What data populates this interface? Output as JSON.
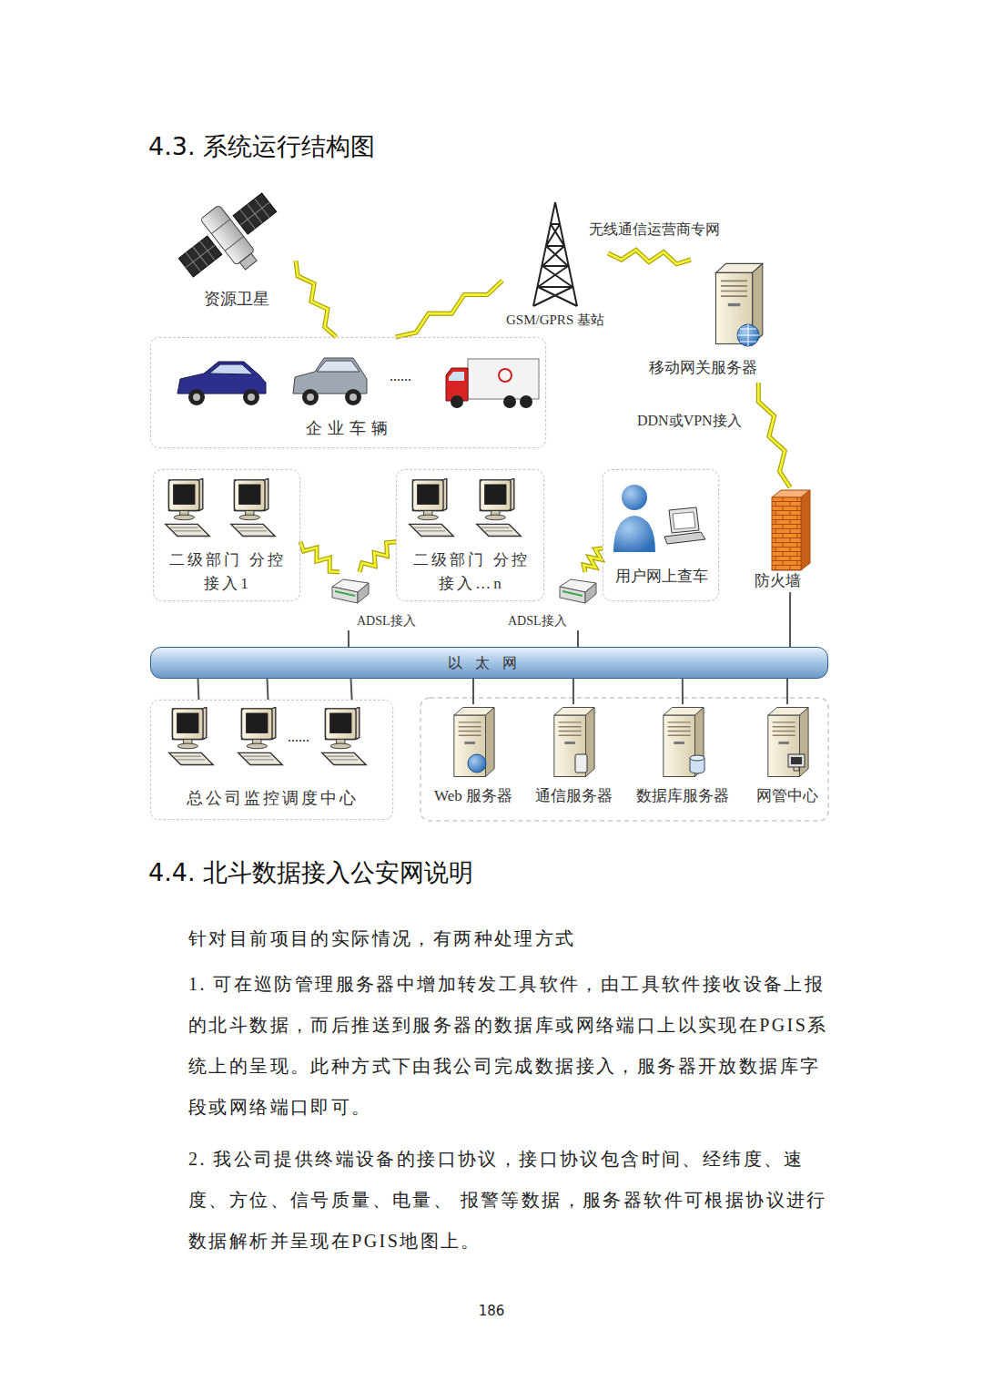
{
  "diagram": {
    "title": "4.3. 系统运行结构图",
    "nodes": [
      {
        "text": [
          "资源卫星"
        ]
      },
      {
        "text": [
          "GSM/GPRS 基站"
        ]
      },
      {
        "text": [
          "移动网关服务器"
        ]
      },
      {
        "text": [
          "企业车辆"
        ]
      },
      {
        "text": [
          "二级部门 分控接入1"
        ]
      },
      {
        "text": [
          "二级部门 分控接入…n"
        ]
      },
      {
        "text": [
          "用户网上查车"
        ]
      },
      {
        "text": [
          "防火墙"
        ]
      },
      {
        "text": [
          "ADSL接入"
        ]
      },
      {
        "text": [
          "ADSL接入"
        ]
      },
      {
        "text": [
          "以太网"
        ]
      },
      {
        "text": [
          "总公司监控调度中心"
        ]
      },
      {
        "text": [
          "Web 服务器"
        ]
      },
      {
        "text": [
          "通信服务器"
        ]
      },
      {
        "text": [
          "数据库服务器"
        ]
      },
      {
        "text": [
          "网管中心"
        ]
      }
    ],
    "edges": [
      {
        "from": 0,
        "to": 3,
        "arrow": "none"
      },
      {
        "from": 3,
        "to": 1,
        "arrow": "none"
      },
      {
        "from": 1,
        "to": 2,
        "label": "无线通信运营商专网",
        "arrow": "none"
      },
      {
        "from": 2,
        "to": 7,
        "label": "DDN或VPN接入",
        "arrow": "none"
      },
      {
        "from": 7,
        "to": 10,
        "arrow": "none"
      },
      {
        "from": 4,
        "to": 8,
        "arrow": "none"
      },
      {
        "from": 5,
        "to": 8,
        "arrow": "none"
      },
      {
        "from": 6,
        "to": 9,
        "arrow": "none"
      },
      {
        "from": 8,
        "to": 10,
        "arrow": "none"
      },
      {
        "from": 9,
        "to": 10,
        "arrow": "none"
      },
      {
        "from": 10,
        "to": 11,
        "arrow": "none"
      },
      {
        "from": 10,
        "to": 12,
        "arrow": "none"
      },
      {
        "from": 10,
        "to": 13,
        "arrow": "none"
      },
      {
        "from": 10,
        "to": 14,
        "arrow": "none"
      },
      {
        "from": 10,
        "to": 15,
        "arrow": "none"
      }
    ],
    "labels": [
      "......",
      "......",
      "4.4. 北斗数据接入公安网说明",
      "针对目前项目的实际情况，有两种处理方式",
      "1. 可在巡防管理服务器中增加转发工具软件，由工具软件接收设备上报的北斗数据，而后推送到服务器的数据库或网络端口上以实现在PGIS系统上的呈现。此种方式下由我公司完成数据接入，服务器开放数据库字段或网络端口即可。",
      "2. 我公司提供终端设备的接口协议，接口协议包含时间、经纬度、速度、方位、信号质量、电量、 报警等数据，服务器软件可根据协议进行数据解析并呈现在PGIS地图上。",
      "186"
    ]
  }
}
